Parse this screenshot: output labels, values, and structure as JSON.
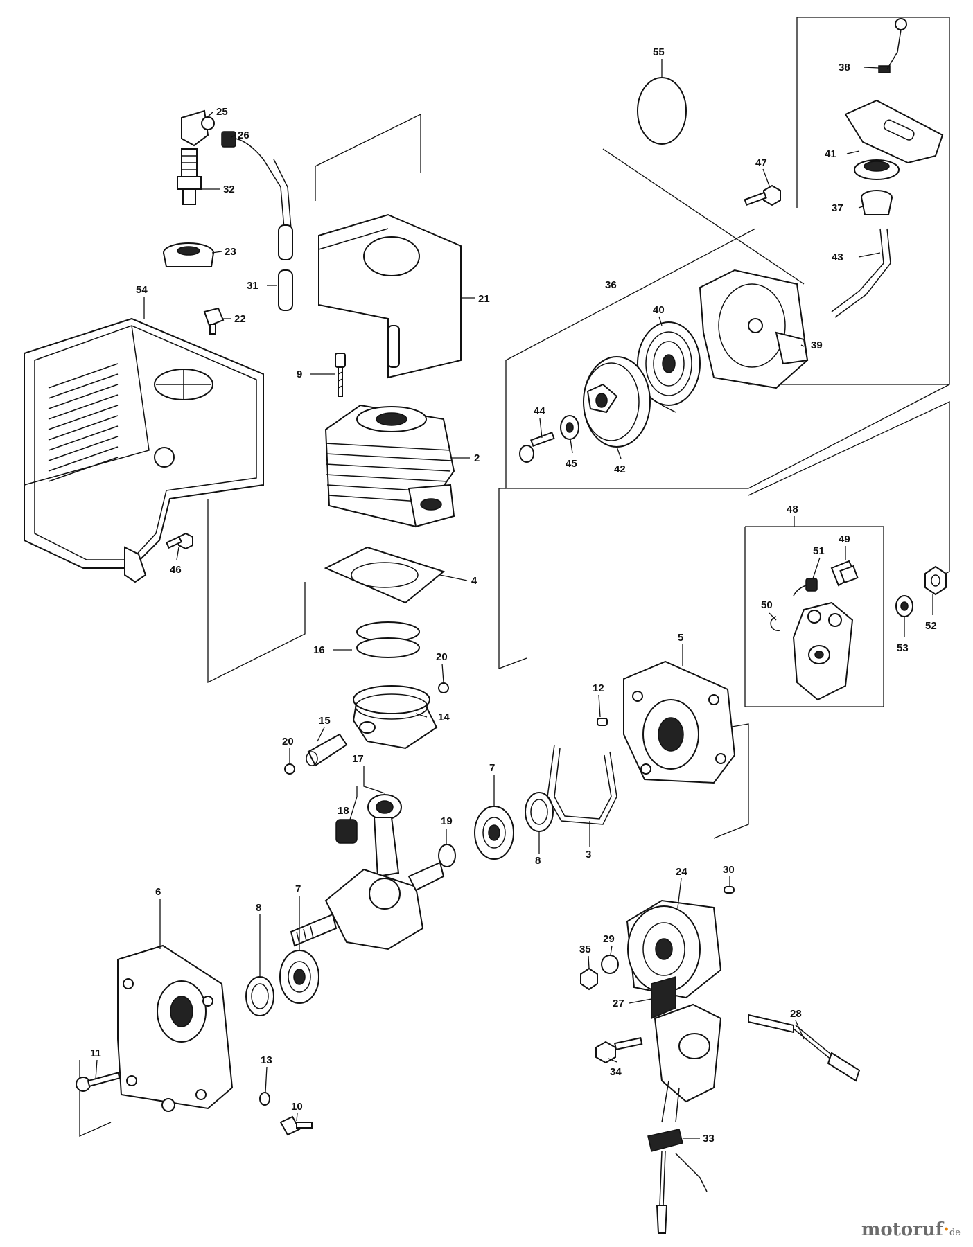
{
  "watermark": {
    "text": "motoruf",
    "dot": "·",
    "tld": "de"
  },
  "labels": {
    "p2": "2",
    "p3": "3",
    "p4": "4",
    "p5": "5",
    "p6": "6",
    "p7a": "7",
    "p7b": "7",
    "p8a": "8",
    "p8b": "8",
    "p9": "9",
    "p10": "10",
    "p11": "11",
    "p12": "12",
    "p13": "13",
    "p14": "14",
    "p15": "15",
    "p16": "16",
    "p17": "17",
    "p18": "18",
    "p19": "19",
    "p20a": "20",
    "p20b": "20",
    "p21": "21",
    "p22": "22",
    "p23": "23",
    "p24": "24",
    "p25": "25",
    "p26": "26",
    "p27": "27",
    "p28": "28",
    "p29": "29",
    "p30": "30",
    "p31": "31",
    "p32": "32",
    "p33": "33",
    "p34": "34",
    "p35": "35",
    "p36": "36",
    "p37": "37",
    "p38": "38",
    "p39": "39",
    "p40": "40",
    "p41": "41",
    "p42": "42",
    "p43": "43",
    "p44": "44",
    "p45": "45",
    "p46": "46",
    "p47": "47",
    "p48": "48",
    "p49": "49",
    "p50": "50",
    "p51": "51",
    "p52": "52",
    "p53": "53",
    "p54": "54",
    "p55": "55"
  }
}
